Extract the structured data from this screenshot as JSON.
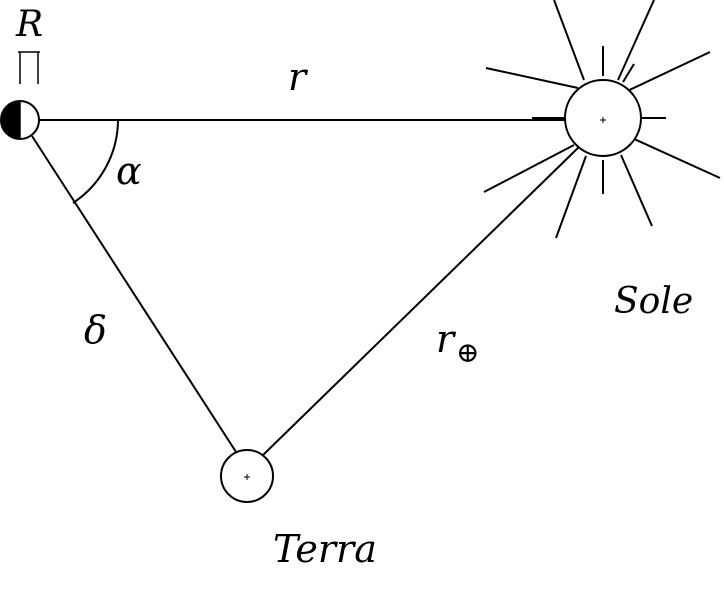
{
  "labels": {
    "object_radius": "R",
    "object_sun_distance": "r",
    "phase_angle": "α",
    "object_earth_distance": "δ",
    "earth_sun_distance_base": "r",
    "earth_sun_distance_subscript": "⊕",
    "sun": "Sole",
    "earth": "Terra"
  },
  "colors": {
    "ink": "#000000",
    "background": "#ffffff"
  }
}
